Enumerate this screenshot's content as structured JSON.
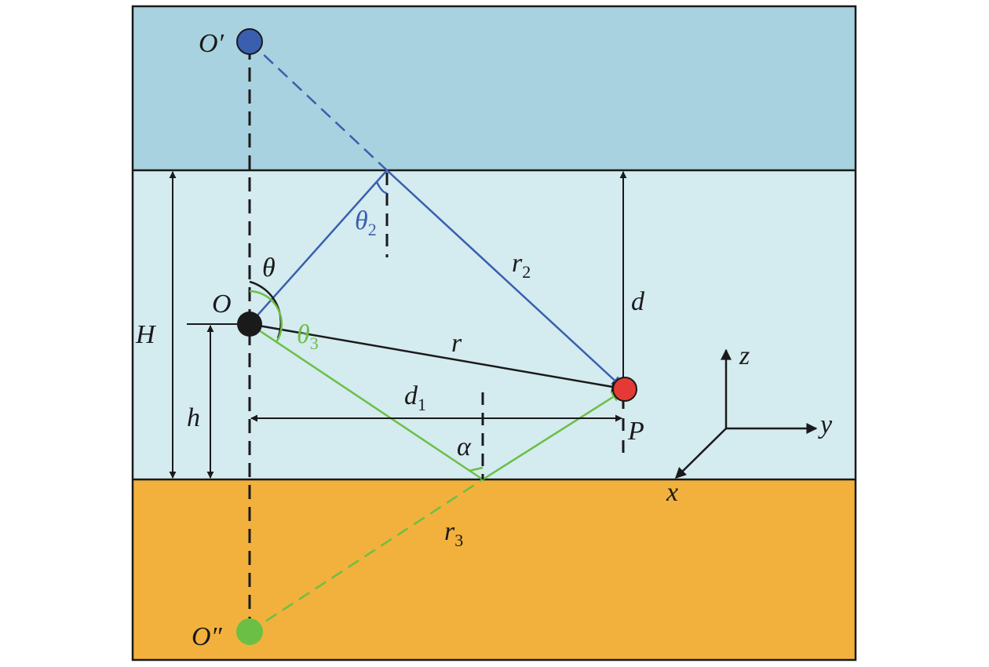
{
  "colors": {
    "upper_layer": "#a8d2df",
    "middle_layer": "#d4ebf0",
    "lower_layer": "#f2b13c",
    "border": "#1a1a1a",
    "blue": "#3a5fae",
    "green": "#6cbf45",
    "red": "#e53935"
  },
  "points": {
    "o_prime": "O′",
    "o": "O",
    "o_double_prime": "O″",
    "p": "P"
  },
  "lengths": {
    "H": "H",
    "h": "h",
    "d": "d",
    "d1_base": "d",
    "d1_sub": "1"
  },
  "rays": {
    "r": "r",
    "r2_base": "r",
    "r2_sub": "2",
    "r3_base": "r",
    "r3_sub": "3"
  },
  "angles": {
    "theta": "θ",
    "theta2_base": "θ",
    "theta2_sub": "2",
    "theta3_base": "θ",
    "theta3_sub": "3",
    "alpha": "α"
  },
  "axes": {
    "z": "z",
    "y": "y",
    "x": "x"
  }
}
